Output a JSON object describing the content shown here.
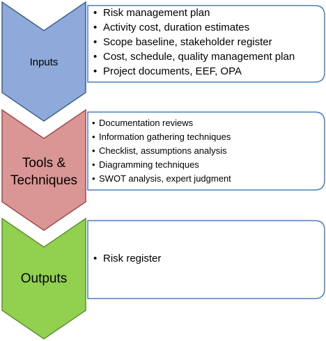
{
  "stages": [
    {
      "label_lines": [
        "Inputs"
      ],
      "fill": "#8eaadb",
      "stroke": "#3f5f8f",
      "items": [
        "Risk management plan",
        "Activity cost, duration estimates",
        "Scope baseline, stakeholder register",
        "Cost, schedule, quality management plan",
        "Project documents, EEF, OPA"
      ]
    },
    {
      "label_lines": [
        "Tools &",
        "Techniques"
      ],
      "fill": "#da9694",
      "stroke": "#9b4a48",
      "items": [
        "Documentation reviews",
        "Information gathering techniques",
        "Checklist, assumptions analysis",
        "Diagramming techniques",
        "SWOT analysis, expert judgment"
      ]
    },
    {
      "label_lines": [
        "Outputs"
      ],
      "fill": "#92d050",
      "stroke": "#5e8f2e",
      "items": [
        "Risk register"
      ]
    }
  ],
  "box_border_color": "#4a7ebb"
}
